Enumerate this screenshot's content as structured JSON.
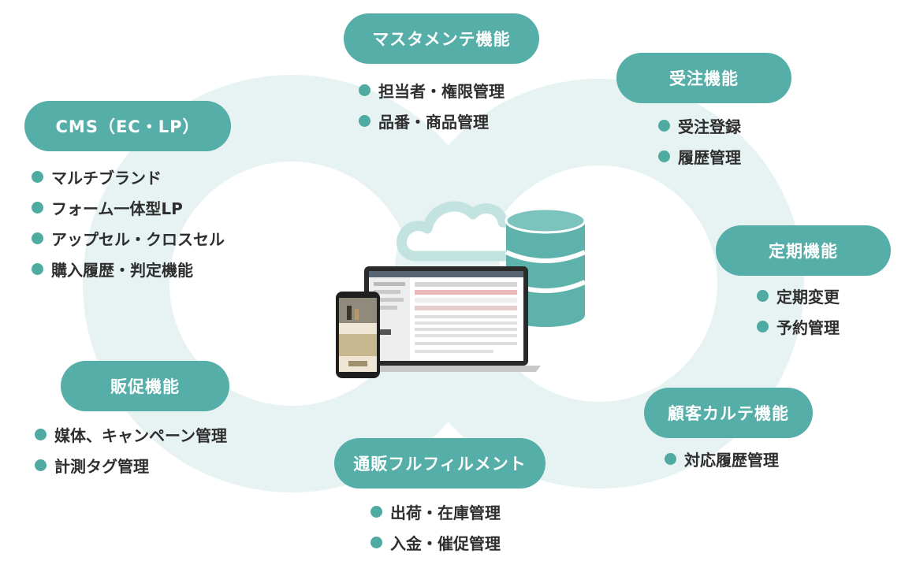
{
  "colors": {
    "accent": "#55aea7",
    "bullet": "#4faaa2",
    "background_ring": "#e6f3f2",
    "cloud": "#c2e3e0",
    "database": "#5db3ac"
  },
  "center": {
    "icons": [
      "cloud-icon",
      "database-icon",
      "laptop-icon",
      "smartphone-icon"
    ]
  },
  "groups": {
    "master": {
      "title": "マスタメンテ機能",
      "items": [
        "担当者・権限管理",
        "品番・商品管理"
      ]
    },
    "order": {
      "title": "受注機能",
      "items": [
        "受注登録",
        "履歴管理"
      ]
    },
    "cms": {
      "title": "CMS（EC・LP）",
      "items": [
        "マルチブランド",
        "フォーム一体型LP",
        "アップセル・クロスセル",
        "購入履歴・判定機能"
      ]
    },
    "subscription": {
      "title": "定期機能",
      "items": [
        "定期変更",
        "予約管理"
      ]
    },
    "promotion": {
      "title": "販促機能",
      "items": [
        "媒体、キャンペーン管理",
        "計測タグ管理"
      ]
    },
    "customer": {
      "title": "顧客カルテ機能",
      "items": [
        "対応履歴管理"
      ]
    },
    "fulfillment": {
      "title": "通販フルフィルメント",
      "items": [
        "出荷・在庫管理",
        "入金・催促管理"
      ]
    }
  }
}
